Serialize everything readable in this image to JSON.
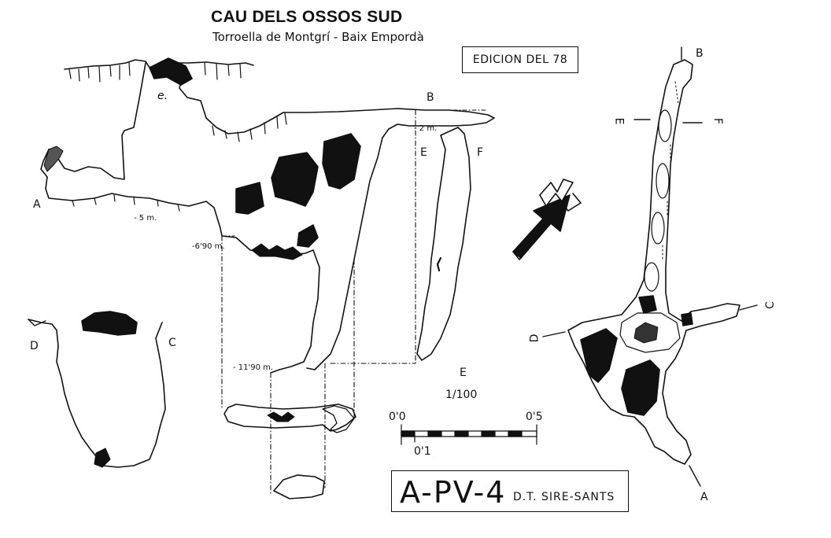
{
  "title": "CAU DELS OSSOS SUD",
  "subtitle": "Torroella de Montgrí - Baix Empordà",
  "edition": "EDICION DEL 78",
  "code": "A-PV-4",
  "author": "D.T. SIRE-SANTS",
  "section_labels": {
    "a": "A",
    "b": "B",
    "c": "C",
    "d": "D",
    "e": "E",
    "f": "F",
    "e_small": "e.",
    "plan_a": "A",
    "plan_b": "B",
    "plan_c": "C",
    "plan_d": "D",
    "plan_e": "E",
    "plan_f": "F"
  },
  "depths": {
    "d2": "- 2 m.",
    "d5": "- 5 m.",
    "d690": "-6'90 m.",
    "d1190": "- 11'90 m."
  },
  "scale": {
    "label": "E",
    "ratio": "1/100",
    "tick_0": "0'0",
    "tick_05": "0'5",
    "tick_01": "0'1"
  },
  "north_arrow": "north-arrow-icon",
  "colors": {
    "ink": "#111111",
    "paper": "#ffffff"
  }
}
